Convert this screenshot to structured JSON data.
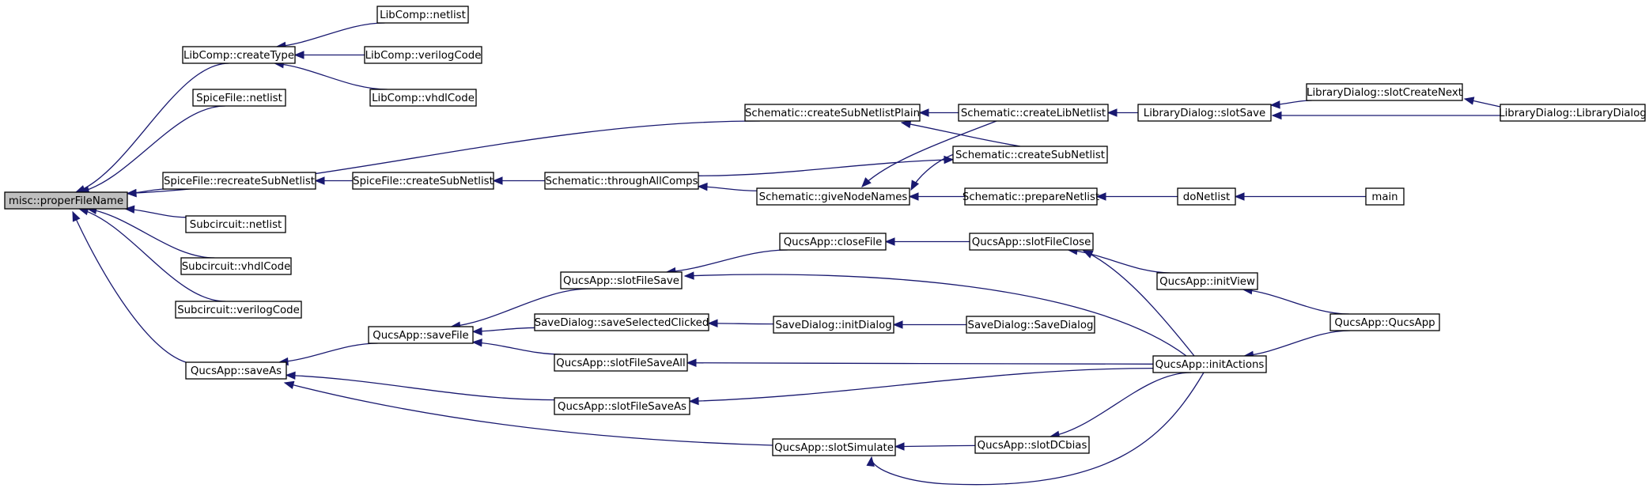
{
  "diagram": {
    "colors": {
      "edge": "#191970",
      "node_border": "#000000",
      "root_fill": "#bfbfbf",
      "node_fill": "#ffffff"
    },
    "nodes": [
      {
        "id": "misc_properFileName",
        "label": "misc::properFileName",
        "root": true
      },
      {
        "id": "lc_createType",
        "label": "LibComp::createType"
      },
      {
        "id": "lc_netlist",
        "label": "LibComp::netlist"
      },
      {
        "id": "lc_verilogCode",
        "label": "LibComp::verilogCode"
      },
      {
        "id": "lc_vhdlCode",
        "label": "LibComp::vhdlCode"
      },
      {
        "id": "sf_netlist",
        "label": "SpiceFile::netlist"
      },
      {
        "id": "sf_recreateSubNetlist",
        "label": "SpiceFile::recreateSubNetlist"
      },
      {
        "id": "sf_createSubNetlist",
        "label": "SpiceFile::createSubNetlist"
      },
      {
        "id": "sc_throughAllComps",
        "label": "Schematic::throughAllComps"
      },
      {
        "id": "sc_createSubNetlistPlain",
        "label": "Schematic::createSubNetlistPlain"
      },
      {
        "id": "sc_createLibNetlist",
        "label": "Schematic::createLibNetlist"
      },
      {
        "id": "ld_slotSave",
        "label": "LibraryDialog::slotSave"
      },
      {
        "id": "ld_slotCreateNext",
        "label": "LibraryDialog::slotCreateNext"
      },
      {
        "id": "ld_LibraryDialog",
        "label": "LibraryDialog::LibraryDialog"
      },
      {
        "id": "sc_createSubNetlist",
        "label": "Schematic::createSubNetlist"
      },
      {
        "id": "sc_giveNodeNames",
        "label": "Schematic::giveNodeNames"
      },
      {
        "id": "sc_prepareNetlist",
        "label": "Schematic::prepareNetlist"
      },
      {
        "id": "doNetlist",
        "label": "doNetlist"
      },
      {
        "id": "main",
        "label": "main"
      },
      {
        "id": "sub_netlist",
        "label": "Subcircuit::netlist"
      },
      {
        "id": "sub_vhdlCode",
        "label": "Subcircuit::vhdlCode"
      },
      {
        "id": "sub_verilogCode",
        "label": "Subcircuit::verilogCode"
      },
      {
        "id": "qa_saveAs",
        "label": "QucsApp::saveAs"
      },
      {
        "id": "qa_saveFile",
        "label": "QucsApp::saveFile"
      },
      {
        "id": "qa_slotFileSave",
        "label": "QucsApp::slotFileSave"
      },
      {
        "id": "qa_closeFile",
        "label": "QucsApp::closeFile"
      },
      {
        "id": "qa_slotFileClose",
        "label": "QucsApp::slotFileClose"
      },
      {
        "id": "qa_initView",
        "label": "QucsApp::initView"
      },
      {
        "id": "qa_QucsApp",
        "label": "QucsApp::QucsApp"
      },
      {
        "id": "sd_saveSelectedClicked",
        "label": "SaveDialog::saveSelectedClicked"
      },
      {
        "id": "sd_initDialog",
        "label": "SaveDialog::initDialog"
      },
      {
        "id": "sd_SaveDialog",
        "label": "SaveDialog::SaveDialog"
      },
      {
        "id": "qa_slotFileSaveAll",
        "label": "QucsApp::slotFileSaveAll"
      },
      {
        "id": "qa_initActions",
        "label": "QucsApp::initActions"
      },
      {
        "id": "qa_slotFileSaveAs",
        "label": "QucsApp::slotFileSaveAs"
      },
      {
        "id": "qa_slotSimulate",
        "label": "QucsApp::slotSimulate"
      },
      {
        "id": "qa_slotDCbias",
        "label": "QucsApp::slotDCbias"
      }
    ],
    "edges": [
      {
        "from": "lc_createType",
        "to": "misc_properFileName"
      },
      {
        "from": "sf_netlist",
        "to": "misc_properFileName"
      },
      {
        "from": "sc_createSubNetlistPlain",
        "to": "misc_properFileName"
      },
      {
        "from": "sf_recreateSubNetlist",
        "to": "misc_properFileName"
      },
      {
        "from": "sub_netlist",
        "to": "misc_properFileName"
      },
      {
        "from": "sub_vhdlCode",
        "to": "misc_properFileName"
      },
      {
        "from": "sub_verilogCode",
        "to": "misc_properFileName"
      },
      {
        "from": "qa_saveAs",
        "to": "misc_properFileName"
      },
      {
        "from": "lc_netlist",
        "to": "lc_createType"
      },
      {
        "from": "lc_verilogCode",
        "to": "lc_createType"
      },
      {
        "from": "lc_vhdlCode",
        "to": "lc_createType"
      },
      {
        "from": "sc_createLibNetlist",
        "to": "sc_createSubNetlistPlain"
      },
      {
        "from": "sc_createSubNetlist",
        "to": "sc_createSubNetlistPlain"
      },
      {
        "from": "ld_slotSave",
        "to": "sc_createLibNetlist"
      },
      {
        "from": "ld_slotCreateNext",
        "to": "ld_slotSave"
      },
      {
        "from": "ld_LibraryDialog",
        "to": "ld_slotSave"
      },
      {
        "from": "ld_LibraryDialog",
        "to": "ld_slotCreateNext"
      },
      {
        "from": "sf_createSubNetlist",
        "to": "sf_recreateSubNetlist"
      },
      {
        "from": "sc_throughAllComps",
        "to": "sf_createSubNetlist"
      },
      {
        "from": "sc_throughAllComps",
        "to": "sc_createSubNetlist"
      },
      {
        "from": "sc_giveNodeNames",
        "to": "sc_throughAllComps"
      },
      {
        "from": "sc_createLibNetlist",
        "to": "sc_giveNodeNames"
      },
      {
        "from": "sc_createSubNetlist",
        "to": "sc_giveNodeNames"
      },
      {
        "from": "sc_prepareNetlist",
        "to": "sc_giveNodeNames"
      },
      {
        "from": "doNetlist",
        "to": "sc_prepareNetlist"
      },
      {
        "from": "main",
        "to": "doNetlist"
      },
      {
        "from": "qa_saveFile",
        "to": "qa_saveAs"
      },
      {
        "from": "qa_slotFileSaveAs",
        "to": "qa_saveAs"
      },
      {
        "from": "qa_slotSimulate",
        "to": "qa_saveAs"
      },
      {
        "from": "qa_slotFileSave",
        "to": "qa_saveFile"
      },
      {
        "from": "sd_saveSelectedClicked",
        "to": "qa_saveFile"
      },
      {
        "from": "qa_slotFileSaveAll",
        "to": "qa_saveFile"
      },
      {
        "from": "qa_closeFile",
        "to": "qa_slotFileSave"
      },
      {
        "from": "qa_initActions",
        "to": "qa_slotFileSave"
      },
      {
        "from": "qa_slotFileClose",
        "to": "qa_closeFile"
      },
      {
        "from": "qa_initView",
        "to": "qa_slotFileClose"
      },
      {
        "from": "qa_initActions",
        "to": "qa_slotFileClose"
      },
      {
        "from": "qa_QucsApp",
        "to": "qa_initView"
      },
      {
        "from": "qa_QucsApp",
        "to": "qa_initActions"
      },
      {
        "from": "sd_initDialog",
        "to": "sd_saveSelectedClicked"
      },
      {
        "from": "sd_SaveDialog",
        "to": "sd_initDialog"
      },
      {
        "from": "qa_initActions",
        "to": "qa_slotFileSaveAll"
      },
      {
        "from": "qa_initActions",
        "to": "qa_slotFileSaveAs"
      },
      {
        "from": "qa_slotDCbias",
        "to": "qa_slotSimulate"
      },
      {
        "from": "qa_initActions",
        "to": "qa_slotSimulate"
      },
      {
        "from": "qa_initActions",
        "to": "qa_slotDCbias"
      }
    ]
  }
}
